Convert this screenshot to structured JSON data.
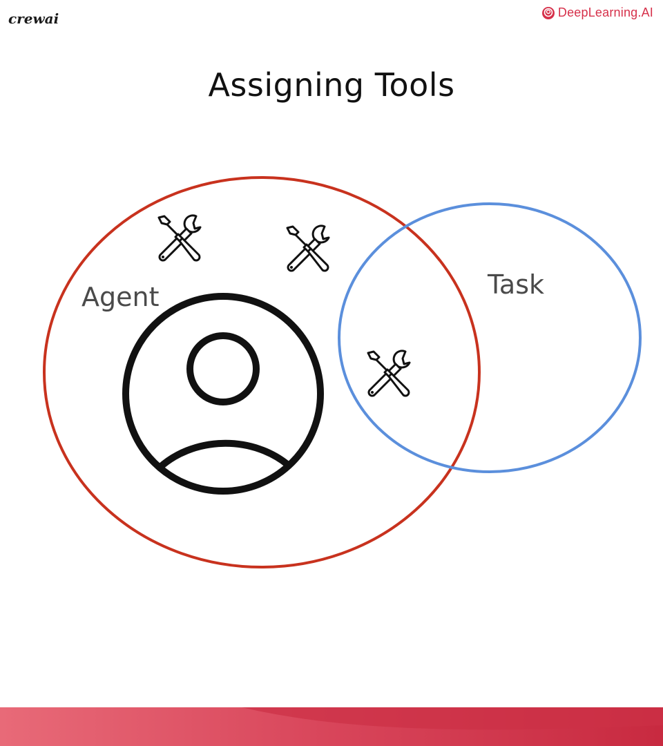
{
  "header": {
    "left_logo_text": "crewai",
    "right_logo_text": "DeepLearning.AI"
  },
  "slide": {
    "title": "Assigning Tools"
  },
  "diagram": {
    "labels": {
      "agent": "Agent",
      "task": "Task"
    },
    "colors": {
      "agent_circle": "#c8321e",
      "task_circle": "#5b8fdc",
      "person_icon": "#111111",
      "brand_red": "#d6304a"
    },
    "icons": [
      "wrench-screwdriver-icon",
      "wrench-screwdriver-icon",
      "wrench-screwdriver-icon",
      "person-icon"
    ]
  }
}
